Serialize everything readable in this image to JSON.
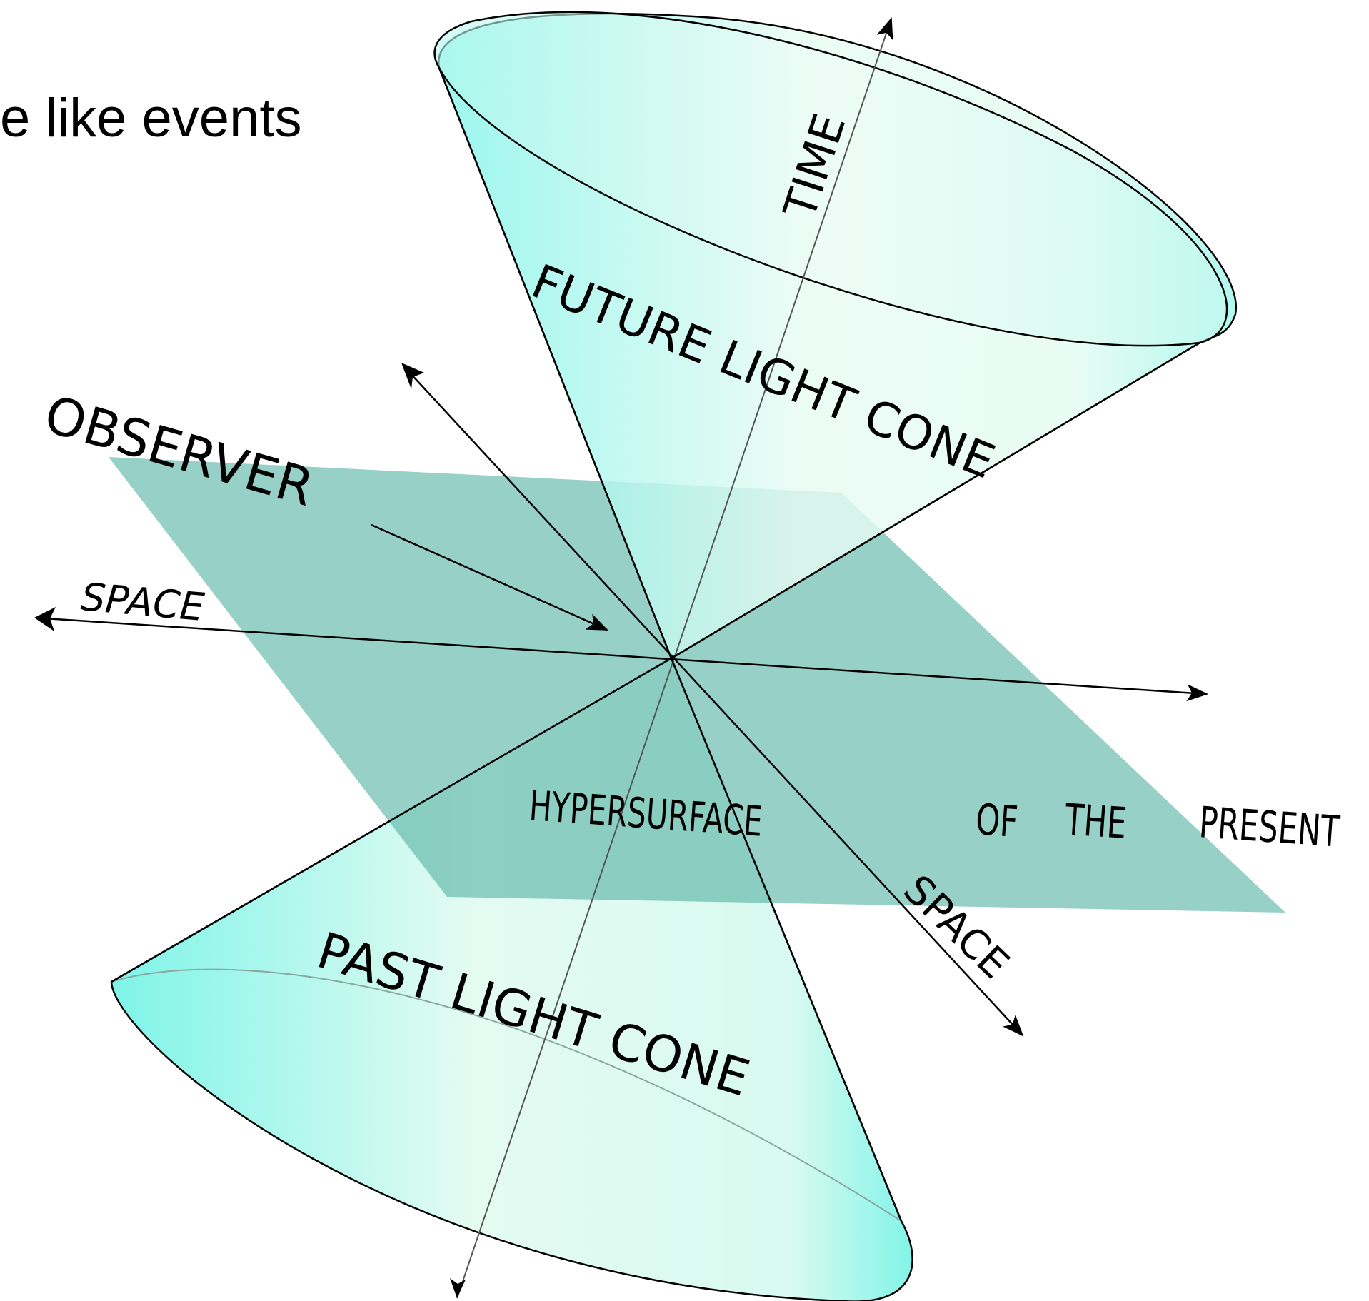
{
  "caption": "e like events",
  "labels": {
    "time": "TIME",
    "future_cone": "FUTURE LIGHT CONE",
    "past_cone": "PAST LIGHT CONE",
    "observer": "OBSERVER",
    "space_left": "SPACE",
    "space_right": "SPACE",
    "hypersurface": "HYPERSURFACE",
    "of": "OF",
    "the": "THE",
    "present": "PRESENT"
  },
  "colors": {
    "cone_light": "#e6fbf4",
    "cone_edge": "#7ff3e8",
    "plane": "#5fb8a8",
    "line": "#000000"
  }
}
